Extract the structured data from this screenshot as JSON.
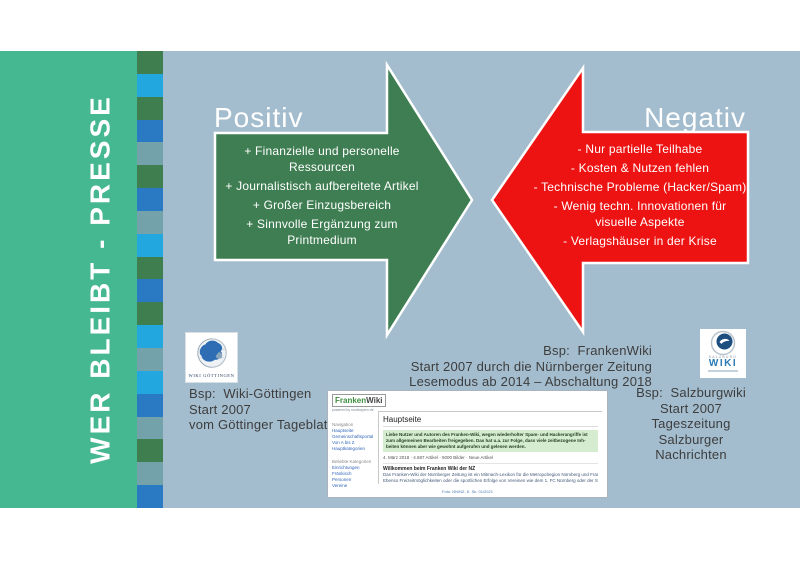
{
  "colors": {
    "slide_background": "#A4BDCE",
    "sidebar_green": "#45B791",
    "positive_green": "#3F7E53",
    "negative_red": "#ED1313",
    "caption_text": "#3D3D3D"
  },
  "slide": {
    "sidebar": {
      "title": "WER BLEIBT - PRESSE",
      "strip_colors": [
        "#3E7E4F",
        "#22A7DF",
        "#3E7E4F",
        "#2A79C3",
        "#74A2AA",
        "#3E7E4F",
        "#2A79C3",
        "#74A2AA",
        "#22A7DF",
        "#3E7E4F",
        "#2A79C3",
        "#3E7E4F",
        "#22A7DF",
        "#74A2AA",
        "#22A7DF",
        "#2A79C3",
        "#74A2AA",
        "#3E7E4F",
        "#74A2AA",
        "#2A79C3"
      ]
    },
    "positive": {
      "title": "Positiv",
      "items": [
        "+ Finanzielle und personelle Ressourcen",
        "+ Journalistisch aufbereitete Artikel",
        "+ Großer Einzugsbereich",
        "+ Sinnvolle Ergänzung zum Printmedium"
      ]
    },
    "negative": {
      "title": "Negativ",
      "items": [
        "- Nur partielle Teilhabe",
        "- Kosten & Nutzen fehlen",
        "- Technische Probleme (Hacker/Spam)",
        "- Wenig techn. Innovationen für visuelle Aspekte",
        "- Verlagshäuser in der Krise"
      ]
    },
    "examples": {
      "goettingen": {
        "logo_caption": "WIKI GÖTTINGEN",
        "caption_lines": [
          "Bsp:  Wiki-Göttingen",
          "Start 2007",
          "vom Göttinger Tageblatt"
        ]
      },
      "franken": {
        "caption_lines": [
          "Bsp:  FrankenWiki",
          "Start 2007 durch die Nürnberger Zeitung",
          "Lesemodus ab 2014 – Abschaltung 2018"
        ],
        "screenshot": {
          "logo_franken": "Franken",
          "logo_wiki": "Wiki",
          "logo_sub": "powered by nordbayern.de",
          "nav_header1": "Navigation",
          "nav_links1": [
            "Hauptseite",
            "Gemeinschaftsportal",
            "Von A bis Z",
            "Hauptkategorien"
          ],
          "nav_header2": "Beliebte Kategorien",
          "nav_links2": [
            "Einrichtungen",
            "Fränkisch",
            "Personen",
            "Vereine"
          ],
          "page_title": "Hauptseite",
          "notice_lines": [
            "Liebe Nutzer und Autoren des Franken-Wiki, wegen wiederholter Spam- und Hackerangriffe ist",
            "zum allgemeinen Bearbeiten freigegeben. Das hat u.a. zur Folge, dass viele zeitbezogene Inh-",
            "beiten können aber wie gewohnt aufgerufen und gelesen werden."
          ],
          "stats_line": "4. März 2018 · 4.687 Artikel · 5000 Bilder · Neue Artikel",
          "welcome_heading": "Willkommen beim Franken Wiki der NZ",
          "body_lines": [
            "Das Franken-Wiki der Nürnberger Zeitung ist ein Mitmach-Lexikon für die Metropolregion Nürnberg und Franken. Das Lexi",
            "Ebenso Freizeitmöglichkeiten oder die sportlichen Erfolge von Vereinen wie dem 1. FC Nürnberg oder der Spvgg Greuther Fürth"
          ],
          "footer_credit": "Foto: NN/NZ, K. Sk. 01/2021"
        }
      },
      "salzburg": {
        "logo_top": "SALZBURG",
        "logo_main": "WIKI",
        "caption_lines": [
          "Bsp:  Salzburgwiki",
          "Start 2007 Tageszeitung",
          "Salzburger Nachrichten"
        ]
      }
    }
  }
}
